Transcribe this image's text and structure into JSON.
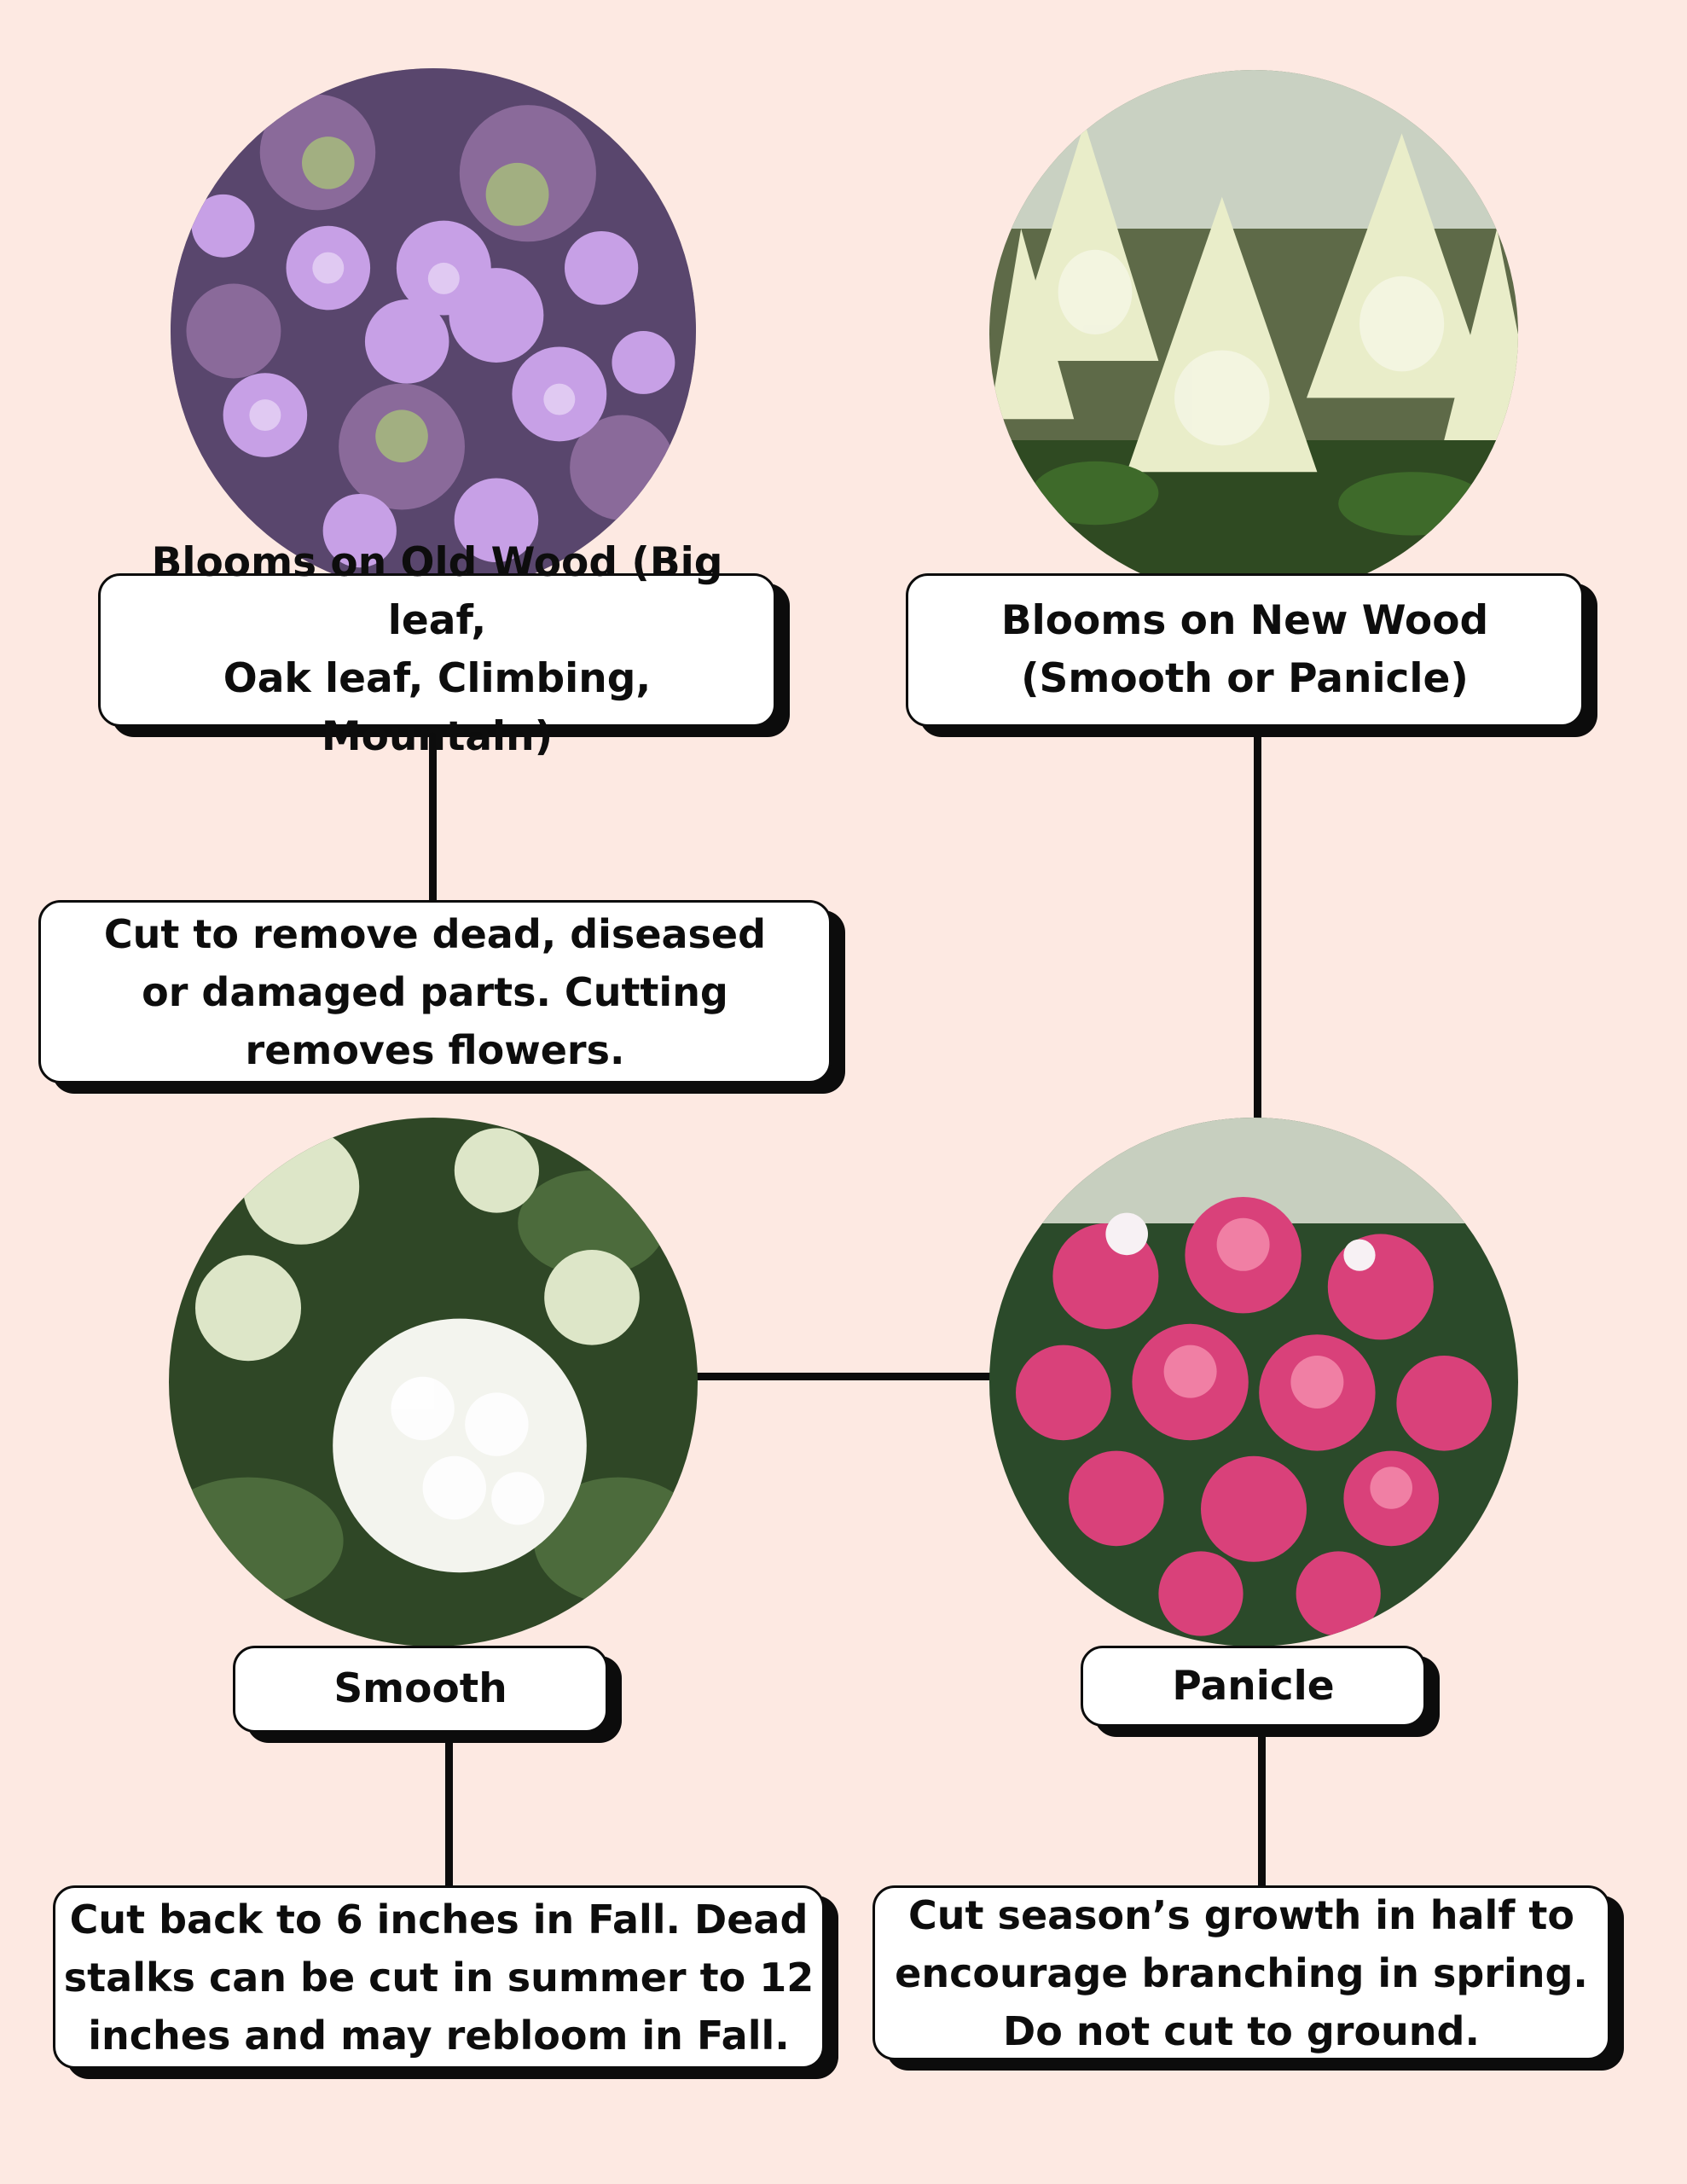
{
  "colors": {
    "background": "#fde9e2",
    "box_fill": "#ffffff",
    "outline": "#0c0c0c",
    "text": "#0d0d0d"
  },
  "photos": {
    "old_wood": "lacecap-hydrangea-photo-icon",
    "new_wood": "white-panicle-hydrangea-photo-icon",
    "smooth": "white-smooth-hydrangea-photo-icon",
    "panicle": "pink-panicle-hydrangea-photo-icon"
  },
  "nodes": {
    "old_wood": {
      "line1": "Blooms on Old Wood (Big leaf,",
      "line2": "Oak leaf, Climbing, Mountain)"
    },
    "new_wood": {
      "line1": "Blooms on New Wood",
      "line2": "(Smooth or Panicle)"
    },
    "old_wood_tip": {
      "line1": "Cut to remove dead, diseased",
      "line2": "or damaged parts. Cutting",
      "line3": "removes flowers."
    },
    "smooth": {
      "label": "Smooth"
    },
    "panicle": {
      "label": "Panicle"
    },
    "smooth_tip": {
      "line1": "Cut back to 6 inches in Fall. Dead",
      "line2": "stalks can be cut in summer to 12",
      "line3": "inches and may rebloom in Fall."
    },
    "panicle_tip": {
      "line1": "Cut season’s growth in half to",
      "line2": "encourage branching in spring.",
      "line3": "Do not cut to ground."
    }
  }
}
